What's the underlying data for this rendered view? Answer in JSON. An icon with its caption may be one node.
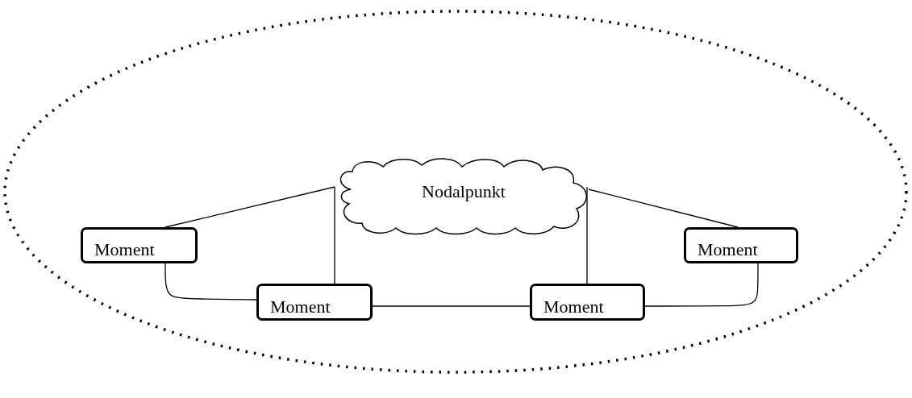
{
  "diagram": {
    "nodes": [
      {
        "text": [],
        "shape": "ellipse"
      },
      {
        "text": [
          "Nodalpunkt"
        ],
        "in": 0
      },
      {
        "text": [
          "Moment"
        ],
        "in": 0
      },
      {
        "text": [
          "Moment"
        ],
        "in": 0
      },
      {
        "text": [
          "Moment"
        ],
        "in": 0
      },
      {
        "text": [
          "Moment"
        ],
        "in": 0
      }
    ],
    "edges": [
      {
        "from": 1,
        "to": 2,
        "arrow": "none"
      },
      {
        "from": 1,
        "to": 3,
        "arrow": "none"
      },
      {
        "from": 1,
        "to": 4,
        "arrow": "none"
      },
      {
        "from": 1,
        "to": 5,
        "arrow": "none"
      },
      {
        "from": 2,
        "to": 3,
        "arrow": "none"
      },
      {
        "from": 3,
        "to": 4,
        "arrow": "none"
      },
      {
        "from": 4,
        "to": 5,
        "arrow": "none"
      }
    ]
  }
}
